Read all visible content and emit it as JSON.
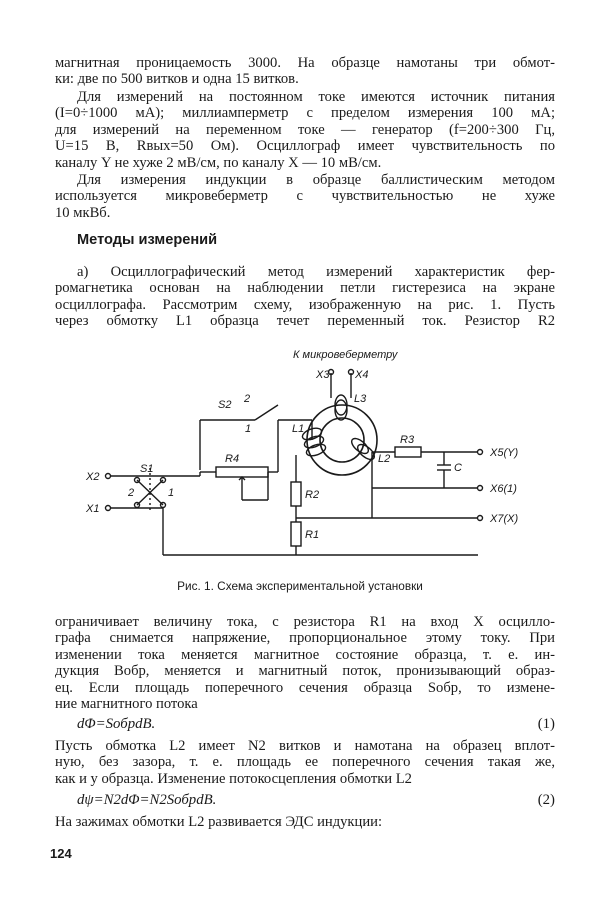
{
  "paragraphs": {
    "p1": [
      "магнитная проницаемость 3000. На образце намотаны три обмот-",
      "ки: две по 500 витков и одна 15 витков."
    ],
    "p2": [
      "Для измерений на постоянном токе имеются источник питания",
      "(I=0÷1000 мА); миллиамперметр с пределом измерения 100 мА;",
      "для измерений на переменном токе — генератор (f=200÷300 Гц,",
      "U=15 В, Rвых=50 Ом). Осциллограф имеет чувствительность по",
      "каналу Y не хуже 2 мВ/см, по каналу X — 10 мВ/см."
    ],
    "p3": [
      "Для измерения индукции в образце баллистическим методом",
      "используется микровеберметр с чувствительностью не хуже",
      "10 мкВб."
    ],
    "p4": [
      "а) Осциллографический метод измерений характеристик фер-",
      "ромагнетика основан на наблюдении петли гистерезиса на экране",
      "осциллографа. Рассмотрим схему, изображенную на рис. 1. Пусть",
      "через обмотку L1 образца течет переменный ток. Резистор R2"
    ],
    "p5": [
      "ограничивает величину тока, с резистора R1 на вход X осцилло-",
      "графа снимается напряжение, пропорциональное этому току. При",
      "изменении тока меняется магнитное состояние образца, т. е. ин-",
      "дукция Bобр, меняется и магнитный поток, пронизывающий образ-",
      "ец. Если площадь поперечного сечения образца Sобр, то измене-",
      "ние магнитного потока"
    ],
    "p6": [
      "Пусть обмотка L2 имеет N2 витков и намотана на образец вплот-",
      "ную, без зазора, т. е. площадь ее поперечного сечения такая же,",
      "как и у образца. Изменение потокосцепления обмотки L2"
    ],
    "p7": [
      "На зажимах обмотки L2 развивается ЭДС индукции:"
    ]
  },
  "heading": "Методы измерений",
  "equations": [
    {
      "text": "dΦ=SобрdB.",
      "number": "(1)"
    },
    {
      "text": "dψ=N2dΦ=N2SобрdB.",
      "number": "(2)"
    }
  ],
  "figure": {
    "labels": {
      "top": "К микровеберметру",
      "x3": "X3",
      "x4": "X4",
      "l3": "L3",
      "s2": "S2",
      "s2_pos2": "2",
      "s2_pos1": "1",
      "l1": "L1",
      "l2": "L2",
      "r3": "R3",
      "c": "C",
      "x5": "X5(Y)",
      "x6": "X6(1)",
      "x7": "X7(X)",
      "r4": "R4",
      "r2": "R2",
      "r1": "R1",
      "s1": "S1",
      "x2": "X2",
      "x1": "X1",
      "s1_pos2": "2",
      "s1_pos1": "1"
    },
    "caption": "Рис. 1. Схема экспериментальной установки"
  },
  "page_number": "124"
}
